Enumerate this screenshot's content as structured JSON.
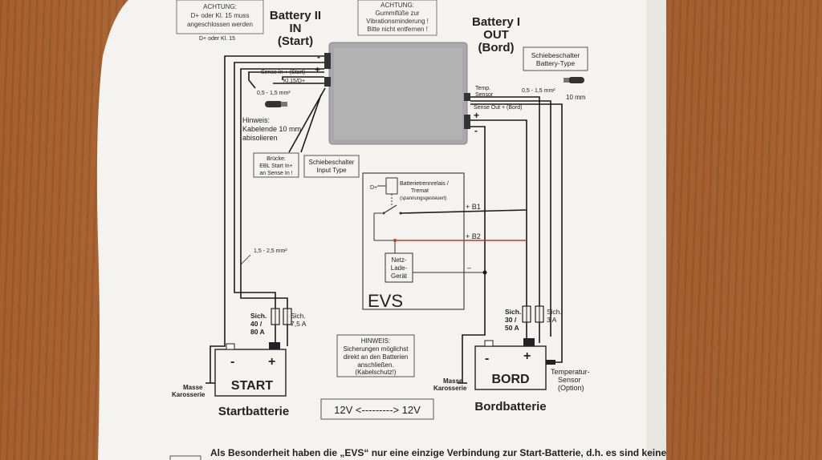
{
  "labels": {
    "battery2": "Battery II",
    "in": "IN",
    "start_paren": "(Start)",
    "battery1": "Battery I",
    "out": "OUT",
    "bord_paren": "(Bord)",
    "achtung1_l1": "ACHTUNG:",
    "achtung1_l2": "D+ oder Kl. 15 muss",
    "achtung1_l3": "angeschlossen werden",
    "achtung2_l1": "ACHTUNG:",
    "achtung2_l2": "Gummifüße zur",
    "achtung2_l3": "Vibrationsminderung !",
    "achtung2_l4": "Bitte nicht entfernen !",
    "schiebe_battery_l1": "Schiebeschalter",
    "schiebe_battery_l2": "Battery-Type",
    "d_plus_kl15": "D+ oder Kl. 15",
    "sense_in": "Sense In + (Start)",
    "kl15_d": "Kl.15/D+",
    "wire_05_15_left": "0,5 - 1,5 mm²",
    "hinweis_l1": "Hinweis:",
    "hinweis_l2": "Kabelende 10 mm",
    "hinweis_l3": "abisolieren",
    "bruecke_l1": "Brücke:",
    "bruecke_l2": "EBL Start In+",
    "bruecke_l3": "an Sense In !",
    "schiebe_input_l1": "Schiebeschalter",
    "schiebe_input_l2": "Input Type",
    "temp_sensor_l1": "Temp.",
    "temp_sensor_l2": "Sensor",
    "wire_05_15_right": "0,5 - 1,5 mm²",
    "ten_mm": "10 mm",
    "sense_out": "Sense Out + (Bord)",
    "relay_l1": "Batterietrennrelais /",
    "relay_l2": "Tremat",
    "relay_l3": "(spannungsgesteuert)",
    "d_plus": "D+",
    "b1": "+ B1",
    "b2": "+ B2",
    "minus": "–",
    "netz_l1": "Netz-",
    "netz_l2": "Lade-",
    "netz_l3": "Gerät",
    "evs": "EVS",
    "wire_15_25": "1,5 - 2,5 mm²",
    "sich_start_big_l1": "Sich.",
    "sich_start_big_l2": "40 /",
    "sich_start_big_l3": "80 A",
    "sich_start_small_l1": "Sich.",
    "sich_start_small_l2": "7,5 A",
    "sich_bord_big_l1": "Sich.",
    "sich_bord_big_l2": "30 /",
    "sich_bord_big_l3": "50 A",
    "sich_bord_small_l1": "Sich.",
    "sich_bord_small_l2": "3 A",
    "hinweis2_l1": "HINWEIS:",
    "hinweis2_l2": "Sicherungen möglichst",
    "hinweis2_l3": "direkt an den Batterien",
    "hinweis2_l4": "anschließen.",
    "hinweis2_l5": "(Kabelschutz!)",
    "start": "START",
    "bord": "BORD",
    "masse_l1": "Masse",
    "masse_l2": "Karosserie",
    "masse2_l1": "Masse",
    "masse2_l2": "Karosserie",
    "temp_opt_l1": "Temperatur-",
    "temp_opt_l2": "Sensor",
    "temp_opt_l3": "(Option)",
    "startbatterie": "Startbatterie",
    "bordbatterie": "Bordbatterie",
    "voltage": "12V <---------> 12V",
    "plus": "+",
    "minus_sym": "-",
    "bottom_text": "Als Besonderheit haben die „EVS“ nur eine einzige Verbindung zur Start-Batterie, d.h. es sind keine"
  },
  "colors": {
    "wire": "#1a1a1a",
    "wire_red": "#c0392b",
    "paper": "#f4f3ef",
    "device": "#a9a9a9"
  }
}
